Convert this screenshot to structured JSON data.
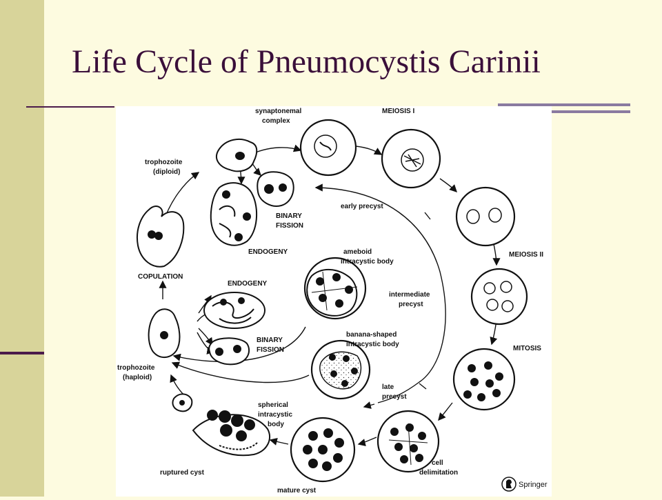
{
  "slide": {
    "title": "Life Cycle of Pneumocystis Carinii"
  },
  "diagram": {
    "labels": {
      "synaptonemal_1": "synaptonemal",
      "synaptonemal_2": "complex",
      "meiosis_1": "MEIOSIS I",
      "troph_diploid_1": "trophozoite",
      "troph_diploid_2": "(diploid)",
      "early_precyst": "early precyst",
      "binary_fission_top_1": "BINARY",
      "binary_fission_top_2": "FISSION",
      "endogeny_top": "ENDOGENY",
      "meiosis_2": "MEIOSIS II",
      "ameboid_1": "ameboid",
      "ameboid_2": "intracystic body",
      "copulation": "COPULATION",
      "endogeny_mid": "ENDOGENY",
      "intermediate_1": "intermediate",
      "intermediate_2": "precyst",
      "binary_fission_mid_1": "BINARY",
      "binary_fission_mid_2": "FISSION",
      "banana_1": "banana-shaped",
      "banana_2": "intracystic body",
      "mitosis": "MITOSIS",
      "troph_haploid_1": "trophozoite",
      "troph_haploid_2": "(haploid)",
      "late_1": "late",
      "late_2": "precyst",
      "spherical_1": "spherical",
      "spherical_2": "intracystic",
      "spherical_3": "body",
      "ruptured": "ruptured cyst",
      "mature": "mature cyst",
      "cell_delim_1": "cell",
      "cell_delim_2": "delimitation",
      "publisher": "Springer"
    }
  }
}
